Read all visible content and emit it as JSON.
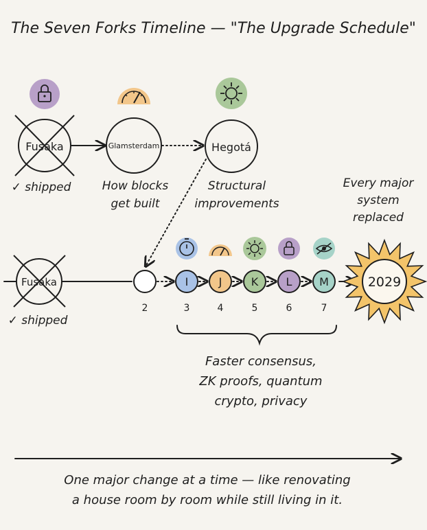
{
  "title": "The Seven Forks Timeline — \"The Upgrade Schedule\"",
  "colors": {
    "lock": "#b8a0c8",
    "gauge": "#f2c68a",
    "gear": "#aac89a",
    "timer": "#a9c2e6",
    "eye": "#a6d3c8",
    "sun": "#f3c46a",
    "bg": "#f6f4ef"
  },
  "top_row": {
    "forks": [
      {
        "label": "Fusaka",
        "icon": "lock-icon",
        "crossed": true,
        "caption": "✓ shipped"
      },
      {
        "label": "Glamsterdam",
        "icon": "gauge-icon",
        "crossed": false,
        "caption_lines": [
          "How blocks",
          "get built"
        ]
      },
      {
        "label": "Hegotá",
        "icon": "gear-icon",
        "crossed": false,
        "caption_lines": [
          "Structural",
          "improvements"
        ]
      }
    ]
  },
  "bottom_row": {
    "start": {
      "label": "Fusaka",
      "crossed": true,
      "caption": "✓ shipped"
    },
    "nodes": [
      {
        "letter": "",
        "number": "2",
        "color": "#ffffff",
        "icon": ""
      },
      {
        "letter": "I",
        "number": "3",
        "color": "#a9c2e6",
        "icon": "timer-icon"
      },
      {
        "letter": "J",
        "number": "4",
        "color": "#f2c68a",
        "icon": "gauge-icon"
      },
      {
        "letter": "K",
        "number": "5",
        "color": "#aac89a",
        "icon": "gear-icon"
      },
      {
        "letter": "L",
        "number": "6",
        "color": "#b8a0c8",
        "icon": "lock-icon"
      },
      {
        "letter": "M",
        "number": "7",
        "color": "#a6d3c8",
        "icon": "eye-slash-icon"
      }
    ],
    "goal": {
      "label": "2029",
      "caption_lines": [
        "Every major",
        "system",
        "replaced"
      ]
    },
    "brace_caption_lines": [
      "Faster consensus,",
      "ZK proofs, quantum",
      "crypto, privacy"
    ]
  },
  "footer": {
    "lines": [
      "One major change at a time — like renovating",
      "a house room by room while still living in it."
    ]
  }
}
